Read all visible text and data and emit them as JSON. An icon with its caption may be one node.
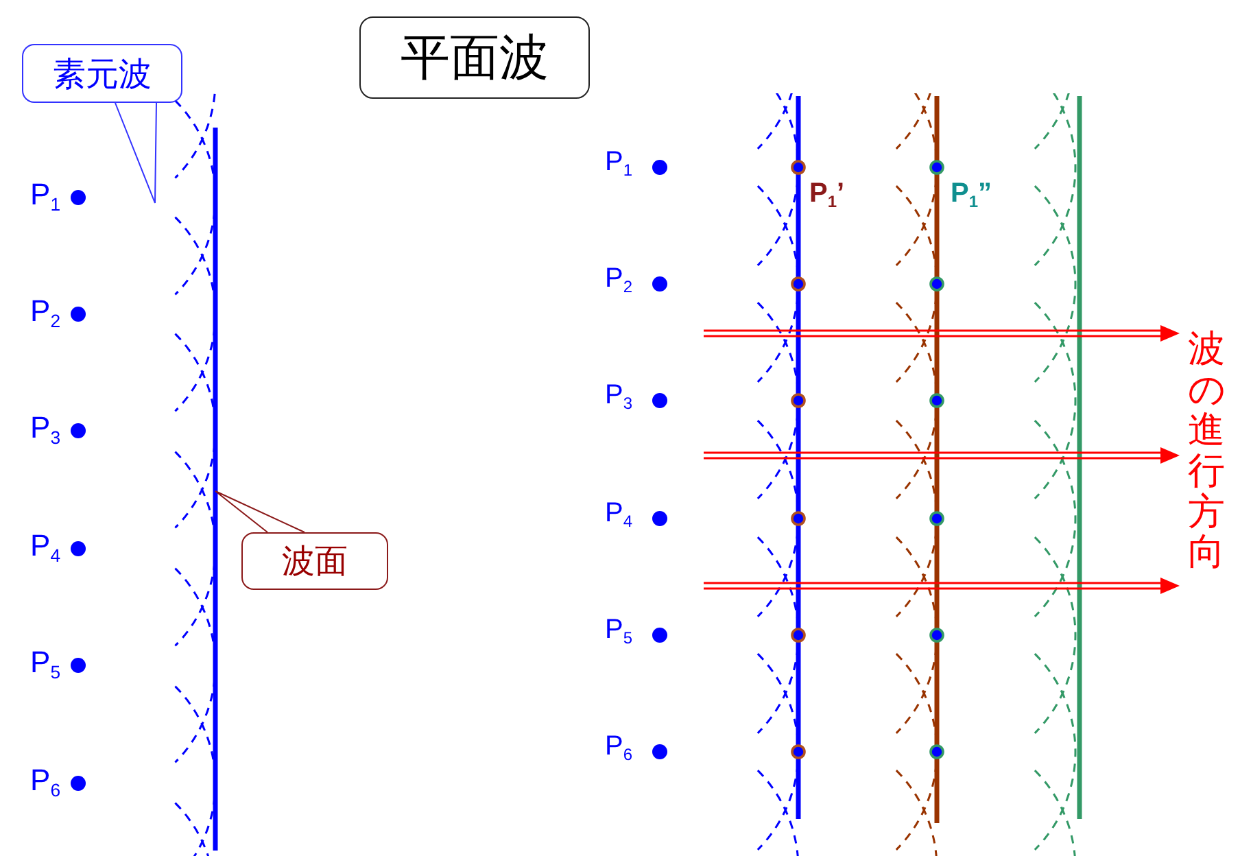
{
  "diagram": {
    "title": "平面波",
    "nodes": [
      {
        "text": [
          "素元波"
        ]
      },
      {
        "text": [
          "波面"
        ]
      }
    ],
    "edges": [
      {
        "from": 0,
        "to": null,
        "arrow": "none",
        "color": "#3333ff"
      },
      {
        "from": 1,
        "to": null,
        "arrow": "none",
        "color": "#8b1a1a"
      }
    ],
    "labels": [
      "P$_{1}$",
      "P$_{2}$",
      "P$_{3}$",
      "P$_{4}$",
      "P$_{5}$",
      "P$_{6}$",
      "P$_{1}$",
      "P$_{2}$",
      "P$_{3}$",
      "P$_{4}$",
      "P$_{5}$",
      "P$_{6}$",
      "P$_{1}$’",
      "P$_{1}$”",
      "波の進行方向"
    ]
  }
}
